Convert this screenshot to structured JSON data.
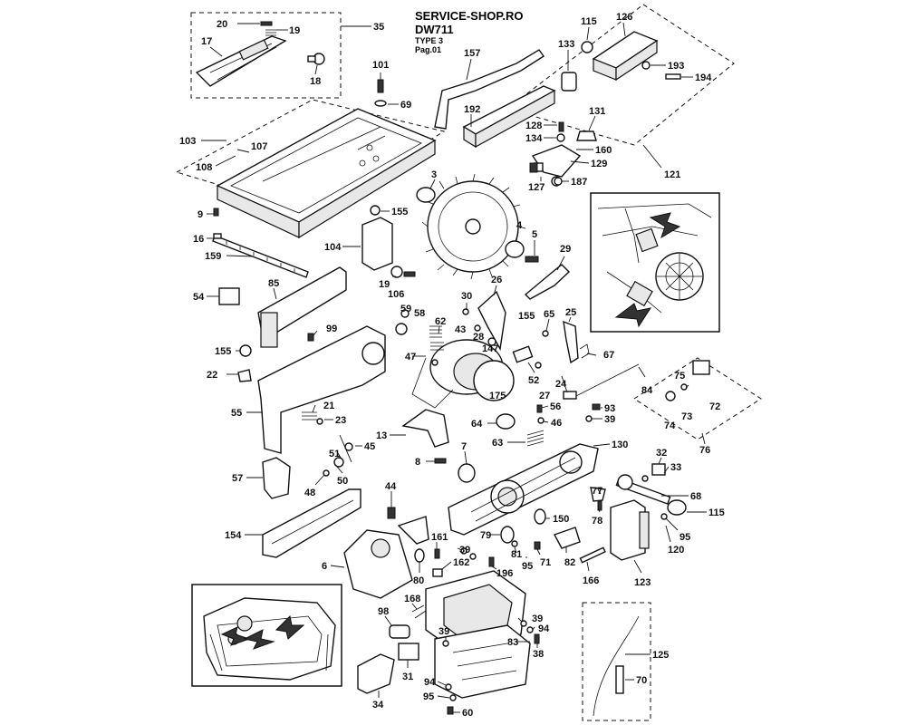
{
  "header": {
    "shop": "SERVICE-SHOP.RO",
    "model": "DW711",
    "type": "TYPE 3",
    "page": "Pag.01"
  },
  "labels": [
    {
      "id": "20"
    },
    {
      "id": "19"
    },
    {
      "id": "35"
    },
    {
      "id": "17"
    },
    {
      "id": "18"
    },
    {
      "id": "101"
    },
    {
      "id": "69"
    },
    {
      "id": "157"
    },
    {
      "id": "115"
    },
    {
      "id": "126"
    },
    {
      "id": "133"
    },
    {
      "id": "193"
    },
    {
      "id": "194"
    },
    {
      "id": "103"
    },
    {
      "id": "107"
    },
    {
      "id": "108"
    },
    {
      "id": "192"
    },
    {
      "id": "128"
    },
    {
      "id": "134"
    },
    {
      "id": "131"
    },
    {
      "id": "160"
    },
    {
      "id": "129"
    },
    {
      "id": "121"
    },
    {
      "id": "3"
    },
    {
      "id": "127"
    },
    {
      "id": "187"
    },
    {
      "id": "9"
    },
    {
      "id": "155"
    },
    {
      "id": "16"
    },
    {
      "id": "104"
    },
    {
      "id": "4"
    },
    {
      "id": "5"
    },
    {
      "id": "29"
    },
    {
      "id": "159"
    },
    {
      "id": "19"
    },
    {
      "id": "106"
    },
    {
      "id": "26"
    },
    {
      "id": "30"
    },
    {
      "id": "54"
    },
    {
      "id": "85"
    },
    {
      "id": "59"
    },
    {
      "id": "58"
    },
    {
      "id": "62"
    },
    {
      "id": "43"
    },
    {
      "id": "155"
    },
    {
      "id": "65"
    },
    {
      "id": "25"
    },
    {
      "id": "99"
    },
    {
      "id": "28"
    },
    {
      "id": "147"
    },
    {
      "id": "67"
    },
    {
      "id": "155"
    },
    {
      "id": "47"
    },
    {
      "id": "84"
    },
    {
      "id": "75"
    },
    {
      "id": "22"
    },
    {
      "id": "52"
    },
    {
      "id": "24"
    },
    {
      "id": "175"
    },
    {
      "id": "27"
    },
    {
      "id": "72"
    },
    {
      "id": "93"
    },
    {
      "id": "56"
    },
    {
      "id": "39"
    },
    {
      "id": "21"
    },
    {
      "id": "74"
    },
    {
      "id": "73"
    },
    {
      "id": "55"
    },
    {
      "id": "23"
    },
    {
      "id": "64"
    },
    {
      "id": "46"
    },
    {
      "id": "13"
    },
    {
      "id": "63"
    },
    {
      "id": "130"
    },
    {
      "id": "76"
    },
    {
      "id": "51"
    },
    {
      "id": "45"
    },
    {
      "id": "7"
    },
    {
      "id": "32"
    },
    {
      "id": "8"
    },
    {
      "id": "33"
    },
    {
      "id": "57"
    },
    {
      "id": "50"
    },
    {
      "id": "48"
    },
    {
      "id": "44"
    },
    {
      "id": "77"
    },
    {
      "id": "68"
    },
    {
      "id": "150"
    },
    {
      "id": "78"
    },
    {
      "id": "115"
    },
    {
      "id": "154"
    },
    {
      "id": "79"
    },
    {
      "id": "95"
    },
    {
      "id": "161"
    },
    {
      "id": "39"
    },
    {
      "id": "81"
    },
    {
      "id": "120"
    },
    {
      "id": "95"
    },
    {
      "id": "71"
    },
    {
      "id": "82"
    },
    {
      "id": "6"
    },
    {
      "id": "162"
    },
    {
      "id": "196"
    },
    {
      "id": "166"
    },
    {
      "id": "123"
    },
    {
      "id": "80"
    },
    {
      "id": "168"
    },
    {
      "id": "98"
    },
    {
      "id": "39"
    },
    {
      "id": "94"
    },
    {
      "id": "39"
    },
    {
      "id": "83"
    },
    {
      "id": "38"
    },
    {
      "id": "125"
    },
    {
      "id": "31"
    },
    {
      "id": "94"
    },
    {
      "id": "70"
    },
    {
      "id": "95"
    },
    {
      "id": "34"
    },
    {
      "id": "60"
    }
  ]
}
